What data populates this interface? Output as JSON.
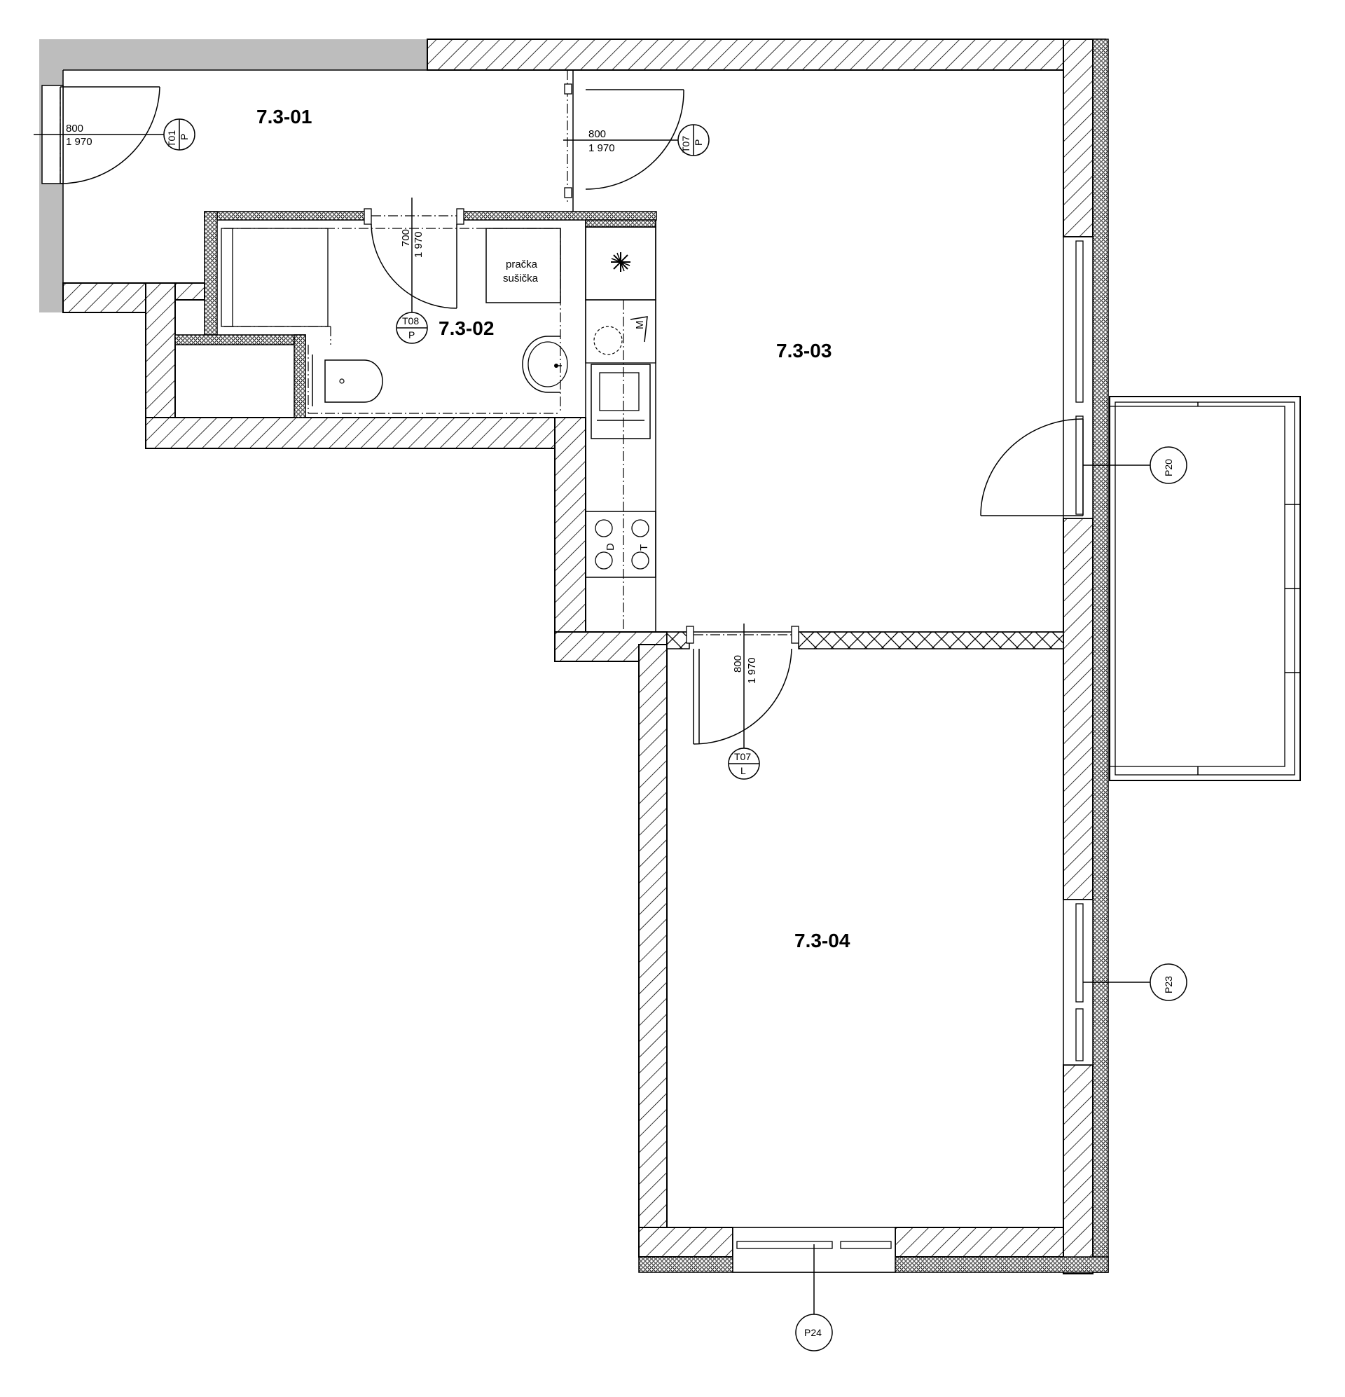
{
  "rooms": {
    "r01": "7.3-01",
    "r02": "7.3-02",
    "r03": "7.3-03",
    "r04": "7.3-04"
  },
  "doors": {
    "t01": {
      "width": "800",
      "height": "1 970",
      "code": "T01",
      "side": "P"
    },
    "t07a": {
      "width": "800",
      "height": "1 970",
      "code": "T07",
      "side": "P"
    },
    "t08": {
      "width": "700",
      "height": "1 970",
      "code": "T08",
      "side": "P"
    },
    "t07b": {
      "width": "800",
      "height": "1 970",
      "code": "T07",
      "side": "L"
    }
  },
  "windows": {
    "p20": "P20",
    "p23": "P23",
    "p24": "P24"
  },
  "appliances": {
    "washer_line1": "pračka",
    "washer_line2": "sušička",
    "hob_d": "D",
    "hob_t": "T",
    "micro": "M"
  },
  "colors": {
    "wall_stroke": "#000000",
    "gray_wall": "#bdbdbd"
  }
}
